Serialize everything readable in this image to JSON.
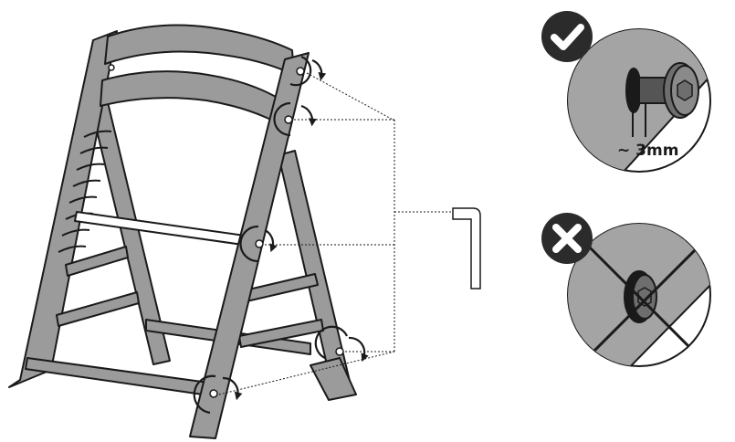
{
  "colors": {
    "wood": "#9b9b9b",
    "outline": "#1a1a1a",
    "detail_bg": "#a4a4a4",
    "badge": "#2b2b2b",
    "background": "#ffffff"
  },
  "diagram": {
    "tool": "hex-key",
    "rotation_arrows": 5,
    "screws": 5
  },
  "details": {
    "correct": {
      "icon": "checkmark-icon",
      "gap_label": "~ 3mm"
    },
    "incorrect": {
      "icon": "cross-icon"
    }
  }
}
